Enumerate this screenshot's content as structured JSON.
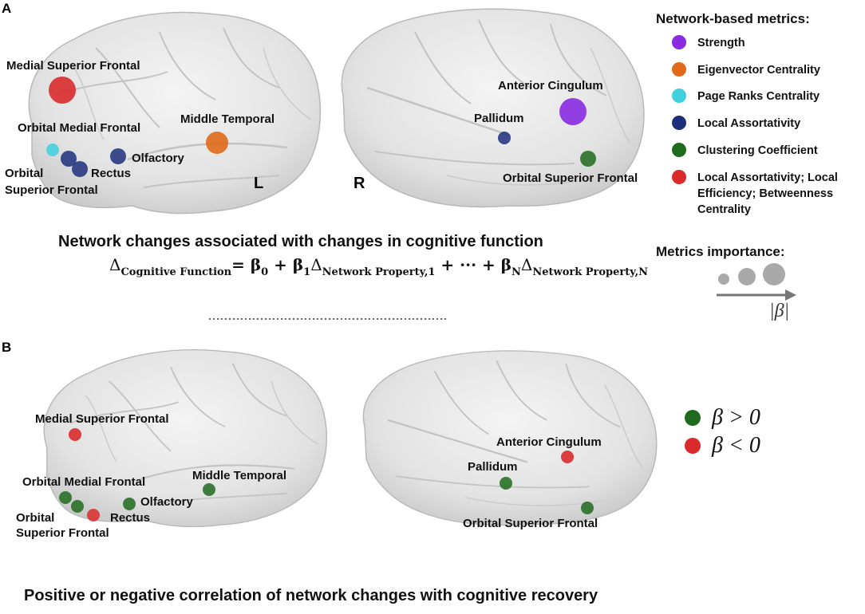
{
  "panels": {
    "a": "A",
    "b": "B"
  },
  "hemispheres": {
    "left": "L",
    "right": "R"
  },
  "regions_a": {
    "medial_superior_frontal": "Medial Superior Frontal",
    "orbital_medial_frontal": "Orbital Medial Frontal",
    "orbital_superior_frontal_1": "Orbital",
    "orbital_superior_frontal_2": "Superior Frontal",
    "rectus": "Rectus",
    "olfactory": "Olfactory",
    "middle_temporal": "Middle Temporal",
    "anterior_cingulum": "Anterior Cingulum",
    "pallidum": "Pallidum",
    "orbital_superior_frontal_right": "Orbital Superior Frontal"
  },
  "regions_b": {
    "medial_superior_frontal": "Medial Superior Frontal",
    "orbital_medial_frontal": "Orbital Medial Frontal",
    "orbital_superior_frontal_1": "Orbital",
    "orbital_superior_frontal_2": "Superior Frontal",
    "rectus": "Rectus",
    "olfactory": "Olfactory",
    "middle_temporal": "Middle Temporal",
    "anterior_cingulum": "Anterior Cingulum",
    "pallidum": "Pallidum",
    "orbital_superior_frontal_right": "Orbital Superior Frontal"
  },
  "legend": {
    "title": "Network-based metrics:",
    "items": [
      {
        "label": "Strength",
        "color": "#8a2be2"
      },
      {
        "label": "Eigenvector Centrality",
        "color": "#e06a1a"
      },
      {
        "label": "Page Ranks Centrality",
        "color": "#40d0dc"
      },
      {
        "label": "Local Assortativity",
        "color": "#1d2f7a"
      },
      {
        "label": "Clustering Coefficient",
        "color": "#1e6b1e"
      },
      {
        "label": "Local Assortativity; Local Efficiency; Betweenness Centrality",
        "color": "#d92b2b"
      }
    ]
  },
  "importance": {
    "title": "Metrics importance:",
    "axis_label": "|β|"
  },
  "equation": {
    "lhs_delta": "Δ",
    "lhs_sub": "Cognitive Function",
    "eq_part": "= β",
    "sub0": "0",
    "plus1": " + β",
    "sub1": "1",
    "delta1": "Δ",
    "sub_np1": "Network Property,1",
    "dots": " + ··· + β",
    "subN": "N",
    "deltaN": "Δ",
    "sub_npN": "Network Property,N"
  },
  "captions": {
    "a": "Network changes associated with changes in cognitive function",
    "b": "Positive or negative correlation of network changes with cognitive recovery"
  },
  "beta_legend": {
    "positive": {
      "label": "β > 0",
      "color": "#1e6b1e"
    },
    "negative": {
      "label": "β < 0",
      "color": "#d92b2b"
    }
  }
}
